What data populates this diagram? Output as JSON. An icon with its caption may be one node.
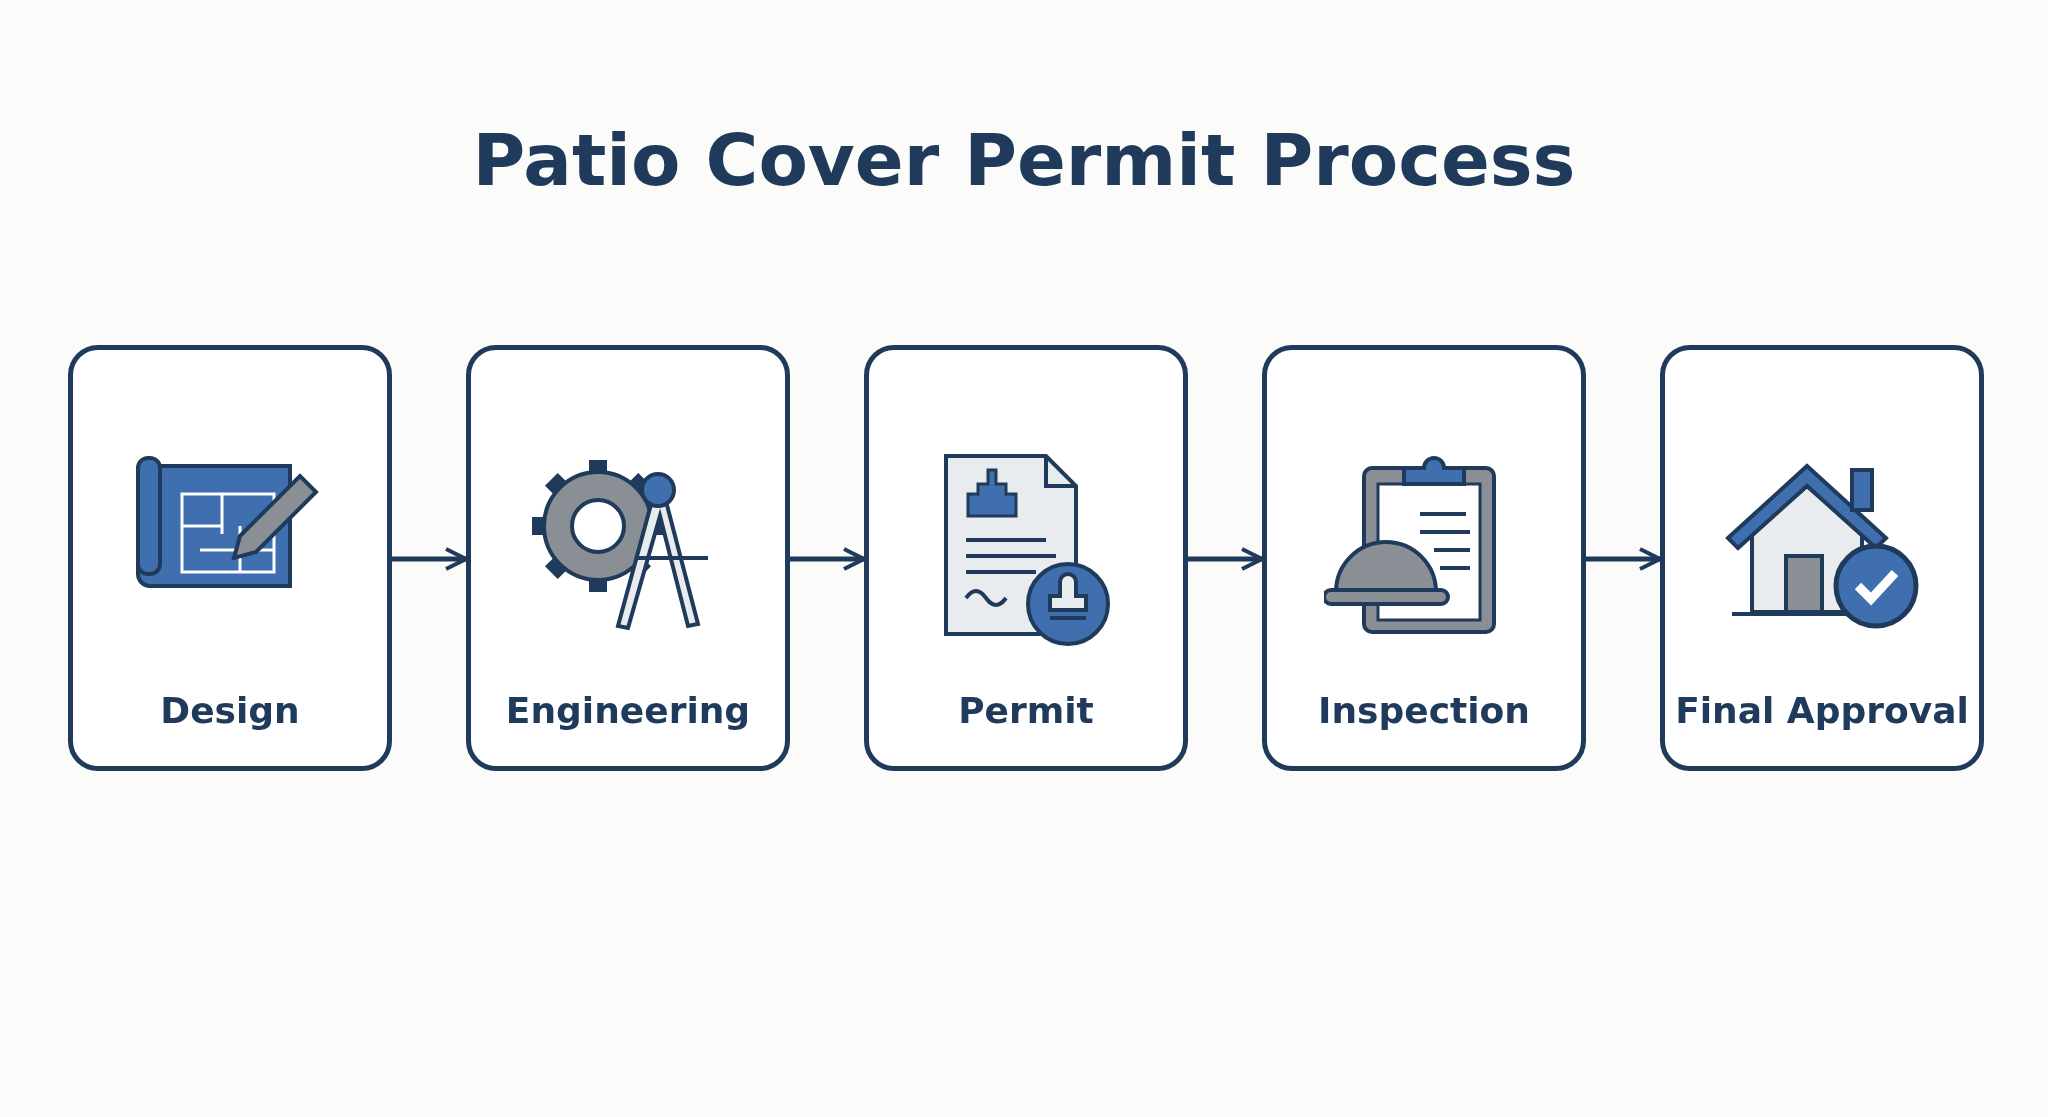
{
  "diagram": {
    "title": "Patio Cover Permit Process",
    "nodes": [
      {
        "text": [
          "Design"
        ]
      },
      {
        "text": [
          "Engineering"
        ]
      },
      {
        "text": [
          "Permit"
        ]
      },
      {
        "text": [
          "Inspection"
        ]
      },
      {
        "text": [
          "Final Approval"
        ]
      }
    ],
    "edges": [
      {
        "from": 0,
        "to": 1,
        "arrow": "to"
      },
      {
        "from": 1,
        "to": 2,
        "arrow": "to"
      },
      {
        "from": 2,
        "to": 3,
        "arrow": "to"
      },
      {
        "from": 3,
        "to": 4,
        "arrow": "to"
      }
    ]
  }
}
